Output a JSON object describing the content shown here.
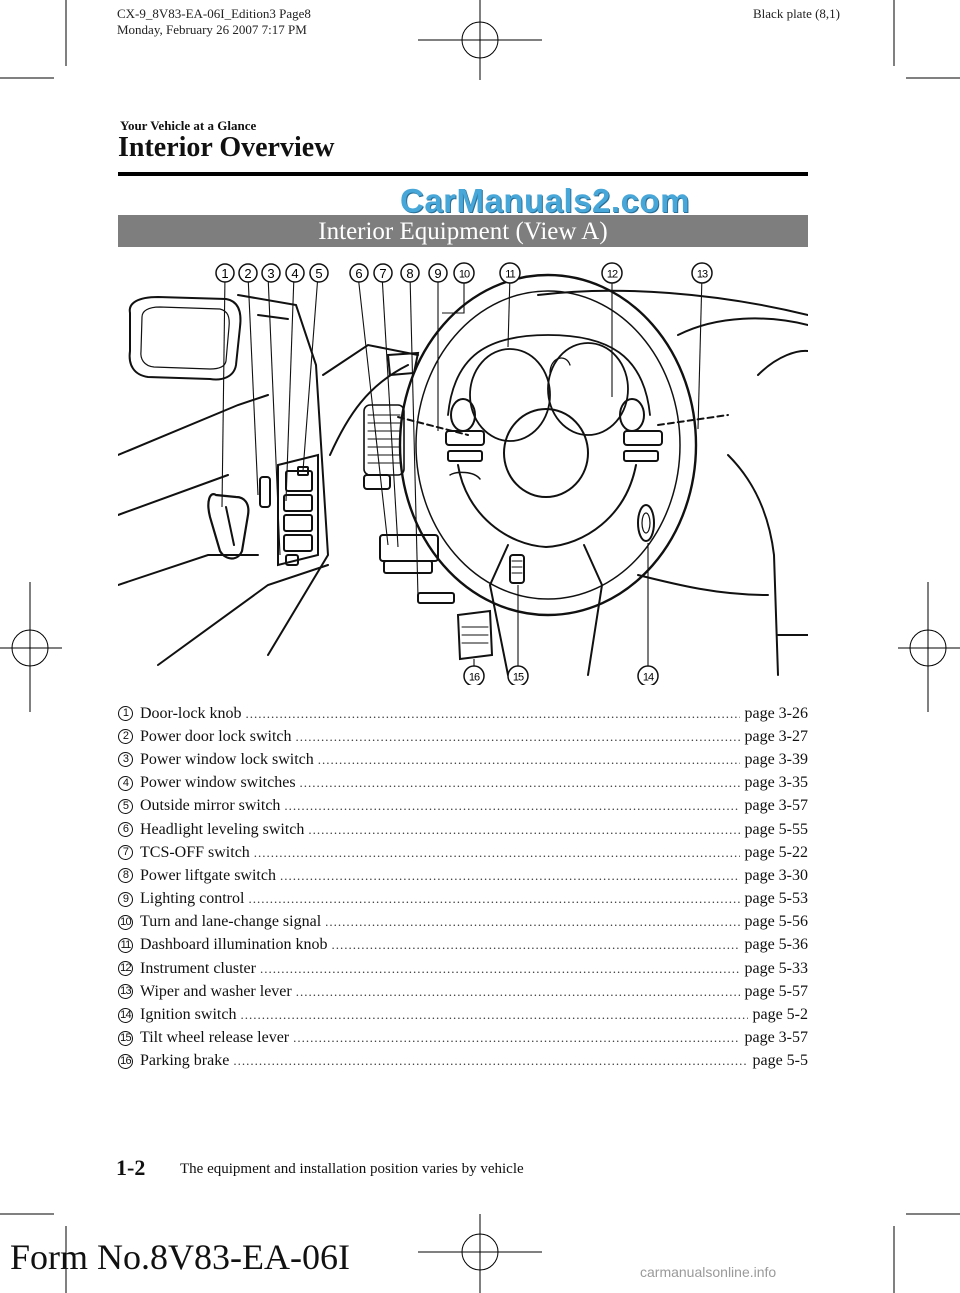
{
  "header": {
    "doc_line1": "CX-9_8V83-EA-06I_Edition3 Page8",
    "doc_line2": "Monday, February 26 2007 7:17 PM",
    "plate": "Black plate (8,1)"
  },
  "section_label": "Your Vehicle at a Glance",
  "page_title": "Interior Overview",
  "watermark": "CarManuals2.com",
  "banner": "Interior Equipment (View A)",
  "callout_numbers": [
    "1",
    "2",
    "3",
    "4",
    "5",
    "6",
    "7",
    "8",
    "9",
    "10",
    "11",
    "12",
    "13",
    "14",
    "15",
    "16"
  ],
  "items": [
    {
      "num": "1",
      "label": "Door-lock knob",
      "page": "page 3-26"
    },
    {
      "num": "2",
      "label": "Power door lock switch",
      "page": "page 3-27"
    },
    {
      "num": "3",
      "label": "Power window lock switch",
      "page": "page 3-39"
    },
    {
      "num": "4",
      "label": "Power window switches",
      "page": "page 3-35"
    },
    {
      "num": "5",
      "label": "Outside mirror switch",
      "page": "page 3-57"
    },
    {
      "num": "6",
      "label": "Headlight leveling switch",
      "page": "page 5-55"
    },
    {
      "num": "7",
      "label": "TCS-OFF switch",
      "page": "page 5-22"
    },
    {
      "num": "8",
      "label": "Power liftgate switch",
      "page": "page 3-30"
    },
    {
      "num": "9",
      "label": "Lighting control",
      "page": "page 5-53"
    },
    {
      "num": "10",
      "label": "Turn and lane-change signal",
      "page": "page 5-56"
    },
    {
      "num": "11",
      "label": "Dashboard illumination knob",
      "page": "page 5-36"
    },
    {
      "num": "12",
      "label": "Instrument cluster",
      "page": "page 5-33"
    },
    {
      "num": "13",
      "label": "Wiper and washer lever",
      "page": "page 5-57"
    },
    {
      "num": "14",
      "label": "Ignition switch",
      "page": "page 5-2"
    },
    {
      "num": "15",
      "label": "Tilt wheel release lever",
      "page": "page 3-57"
    },
    {
      "num": "16",
      "label": "Parking brake",
      "page": "page 5-5"
    }
  ],
  "footer": {
    "page_number": "1-2",
    "note": "The equipment and installation position varies by vehicle",
    "form_number": "Form No.8V83-EA-06I",
    "site": "carmanualsonline.info"
  }
}
